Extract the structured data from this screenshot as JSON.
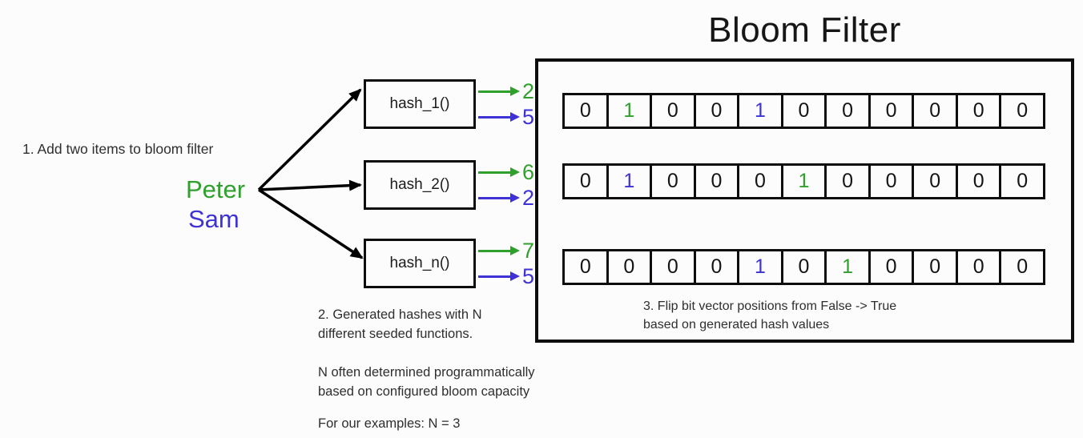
{
  "title": "Bloom Filter",
  "colors": {
    "green": "#30a02d",
    "blue": "#3e32d4",
    "stroke": "#0d0d0d",
    "background": "#fcfcfc"
  },
  "steps": {
    "step1": "1. Add two items to bloom filter",
    "step2_line1": "2. Generated hashes with N",
    "step2_line2": "different seeded functions.",
    "note_line1": "N often determined programmatically",
    "note_line2": "based on configured bloom capacity",
    "example": "For our examples: N = 3",
    "step3_line1": "3. Flip bit vector positions from False -> True",
    "step3_line2": "based on generated hash values"
  },
  "items": [
    {
      "name": "Peter",
      "color": "green"
    },
    {
      "name": "Sam",
      "color": "blue"
    }
  ],
  "hashes": [
    {
      "label": "hash_1()",
      "outputs": [
        {
          "value": "2",
          "color": "green"
        },
        {
          "value": "5",
          "color": "blue"
        }
      ]
    },
    {
      "label": "hash_2()",
      "outputs": [
        {
          "value": "6",
          "color": "green"
        },
        {
          "value": "2",
          "color": "blue"
        }
      ]
    },
    {
      "label": "hash_n()",
      "outputs": [
        {
          "value": "7",
          "color": "green"
        },
        {
          "value": "5",
          "color": "blue"
        }
      ]
    }
  ],
  "bit_vectors": [
    {
      "cells": [
        {
          "v": "0"
        },
        {
          "v": "1",
          "color": "green"
        },
        {
          "v": "0"
        },
        {
          "v": "0"
        },
        {
          "v": "1",
          "color": "blue"
        },
        {
          "v": "0"
        },
        {
          "v": "0"
        },
        {
          "v": "0"
        },
        {
          "v": "0"
        },
        {
          "v": "0"
        },
        {
          "v": "0"
        }
      ]
    },
    {
      "cells": [
        {
          "v": "0"
        },
        {
          "v": "1",
          "color": "blue"
        },
        {
          "v": "0"
        },
        {
          "v": "0"
        },
        {
          "v": "0"
        },
        {
          "v": "1",
          "color": "green"
        },
        {
          "v": "0"
        },
        {
          "v": "0"
        },
        {
          "v": "0"
        },
        {
          "v": "0"
        },
        {
          "v": "0"
        }
      ]
    },
    {
      "cells": [
        {
          "v": "0"
        },
        {
          "v": "0"
        },
        {
          "v": "0"
        },
        {
          "v": "0"
        },
        {
          "v": "1",
          "color": "blue"
        },
        {
          "v": "0"
        },
        {
          "v": "1",
          "color": "green"
        },
        {
          "v": "0"
        },
        {
          "v": "0"
        },
        {
          "v": "0"
        },
        {
          "v": "0"
        }
      ]
    }
  ]
}
